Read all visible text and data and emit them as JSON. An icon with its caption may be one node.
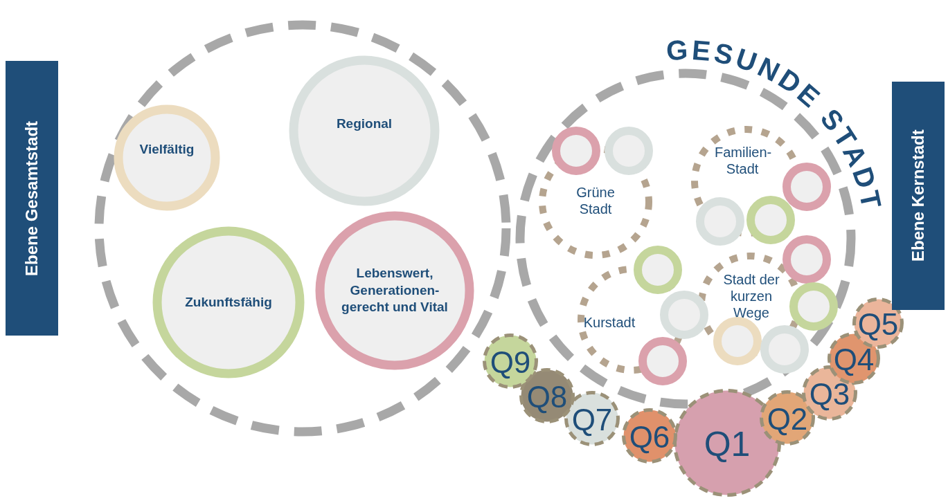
{
  "diagram": {
    "nodes": [
      {
        "text": [
          "Ebene Gesamtstadt"
        ]
      },
      {
        "text": [],
        "shape": "circle"
      },
      {
        "text": [
          "Vielfältig"
        ],
        "in": 1
      },
      {
        "text": [
          "Regional"
        ],
        "in": 1
      },
      {
        "text": [
          "Zukunftsfähig"
        ],
        "in": 1
      },
      {
        "text": [
          "Lebenswert, Generationen- gerecht und Vital"
        ],
        "in": 1
      },
      {
        "text": [
          "GESUNDE STADT"
        ]
      },
      {
        "text": [
          "Grüne Stadt"
        ],
        "in": 6
      },
      {
        "text": [
          "Familien- Stadt"
        ],
        "in": 6
      },
      {
        "text": [
          "Kurstadt"
        ],
        "in": 6
      },
      {
        "text": [
          "Stadt der kurzen Wege"
        ],
        "in": 6
      },
      {
        "text": [],
        "shape": "circle",
        "in": 6
      },
      {
        "text": [],
        "shape": "circle",
        "in": 6
      },
      {
        "text": [],
        "shape": "circle",
        "in": 6
      },
      {
        "text": [],
        "shape": "circle",
        "in": 6
      },
      {
        "text": [],
        "shape": "circle",
        "in": 6
      },
      {
        "text": [],
        "shape": "circle",
        "in": 6
      },
      {
        "text": [],
        "shape": "circle",
        "in": 6
      },
      {
        "text": [],
        "shape": "circle",
        "in": 6
      },
      {
        "text": [],
        "shape": "circle",
        "in": 6
      },
      {
        "text": [],
        "shape": "circle",
        "in": 6
      },
      {
        "text": [],
        "shape": "circle",
        "in": 6
      },
      {
        "text": [],
        "shape": "circle",
        "in": 6
      },
      {
        "text": [
          "Q1"
        ]
      },
      {
        "text": [
          "Q2"
        ]
      },
      {
        "text": [
          "Q3"
        ]
      },
      {
        "text": [
          "Q4"
        ]
      },
      {
        "text": [
          "Q5"
        ]
      },
      {
        "text": [
          "Q6"
        ]
      },
      {
        "text": [
          "Q7"
        ]
      },
      {
        "text": [
          "Q8"
        ]
      },
      {
        "text": [
          "Q9"
        ]
      },
      {
        "text": [
          "Ebene Kernstadt"
        ]
      }
    ]
  }
}
